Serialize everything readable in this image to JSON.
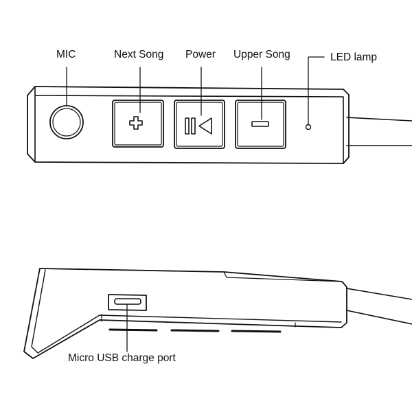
{
  "labels": {
    "mic": "MIC",
    "next_song": "Next Song",
    "power": "Power",
    "upper_song": "Upper Song",
    "led_lamp": "LED lamp",
    "micro_usb": "Micro USB charge port"
  },
  "icons": {
    "next_song": "plus-icon",
    "power": "play-pause-icon",
    "upper_song": "minus-icon",
    "led": "led-indicator",
    "usb": "micro-usb-port"
  },
  "colors": {
    "line": "#111111",
    "background": "#ffffff"
  }
}
